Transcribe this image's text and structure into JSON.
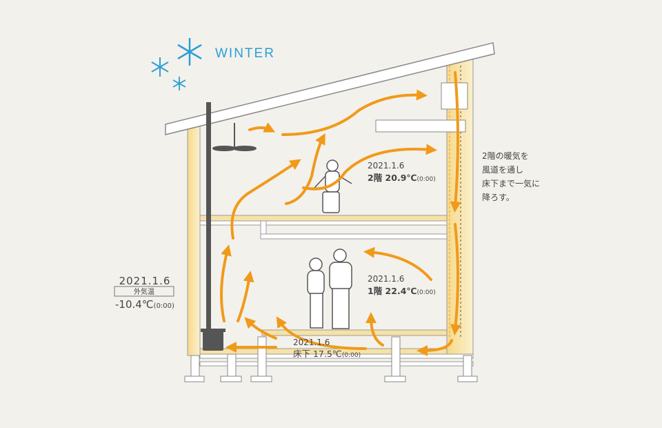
{
  "season": {
    "label": "WINTER",
    "icon": "snowflake-icon"
  },
  "outside": {
    "date": "2021.1.6",
    "label": "外気温",
    "temp": "-10.4℃",
    "time": "(0:00)"
  },
  "floor2": {
    "date": "2021.1.6",
    "temp": "2階 20.9℃",
    "time": "(0:00)"
  },
  "floor1": {
    "date": "2021.1.6",
    "temp": "1階 22.4℃",
    "time": "(0:00)"
  },
  "underfloor": {
    "date": "2021.1.6",
    "temp": "床下 17.5℃",
    "time": "(0:00)"
  },
  "note": {
    "lines": [
      "2階の暖気を",
      "風道を通し",
      "床下まで一気に",
      "降ろす。"
    ]
  },
  "colors": {
    "arrow": "#f09a1a",
    "wood": "#f7e2a6",
    "accent": "#2a9fd6",
    "bg": "#f3f1ec"
  }
}
